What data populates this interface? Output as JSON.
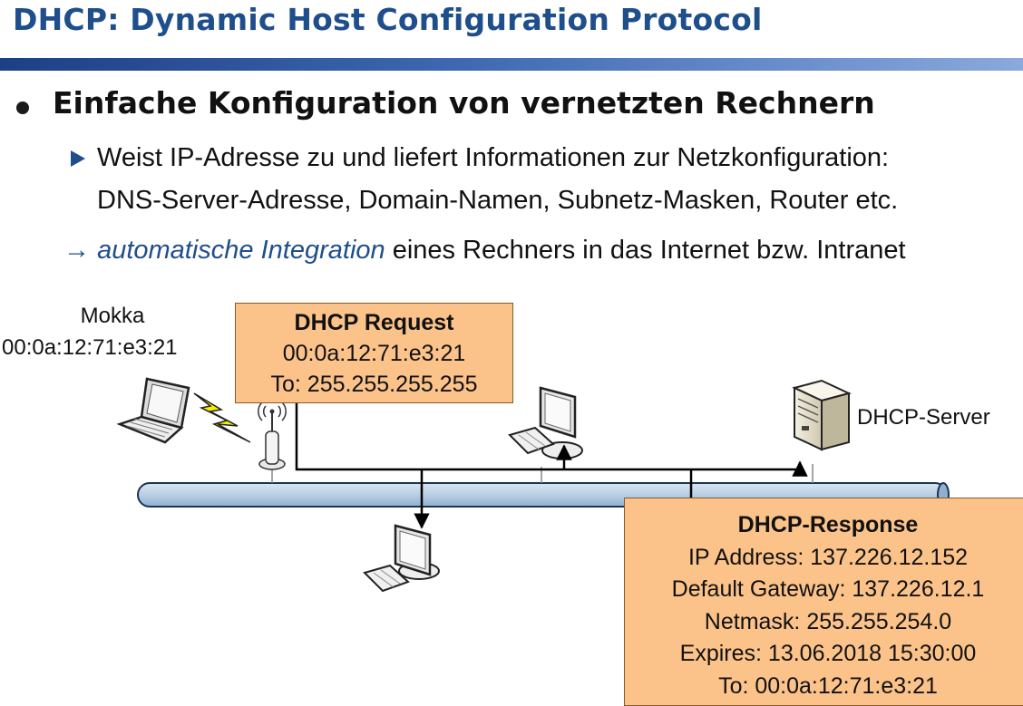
{
  "title": "DHCP: Dynamic Host Configuration Protocol",
  "heading": "Einfache Konfiguration von vernetzten Rechnern",
  "detail_line1": "Weist IP-Adresse zu und liefert Informationen zur Netzkonfiguration:",
  "detail_line2": "DNS-Server-Adresse, Domain-Namen, Subnetz-Masken, Router etc.",
  "integration": {
    "arrow": "→",
    "emphasis": "automatische Integration",
    "rest": "eines Rechners in das Internet bzw. Intranet"
  },
  "client": {
    "name": "Mokka",
    "mac": "00:0a:12:71:e3:21"
  },
  "server_label": "DHCP-Server",
  "request": {
    "head": "DHCP Request",
    "line1": "00:0a:12:71:e3:21",
    "line2": "To: 255.255.255.255"
  },
  "response": {
    "head": "DHCP-Response",
    "line1": "IP Address: 137.226.12.152",
    "line2": "Default Gateway: 137.226.12.1",
    "line3": "Netmask: 255.255.254.0",
    "line4": "Expires: 13.06.2018 15:30:00",
    "line5": "To: 00:0a:12:71:e3:21"
  },
  "colors": {
    "title": "#1f4e8c",
    "box_fill": "#fbc38a",
    "bus_fill": "#b9cfe4",
    "lightning": "#f2ef00"
  }
}
